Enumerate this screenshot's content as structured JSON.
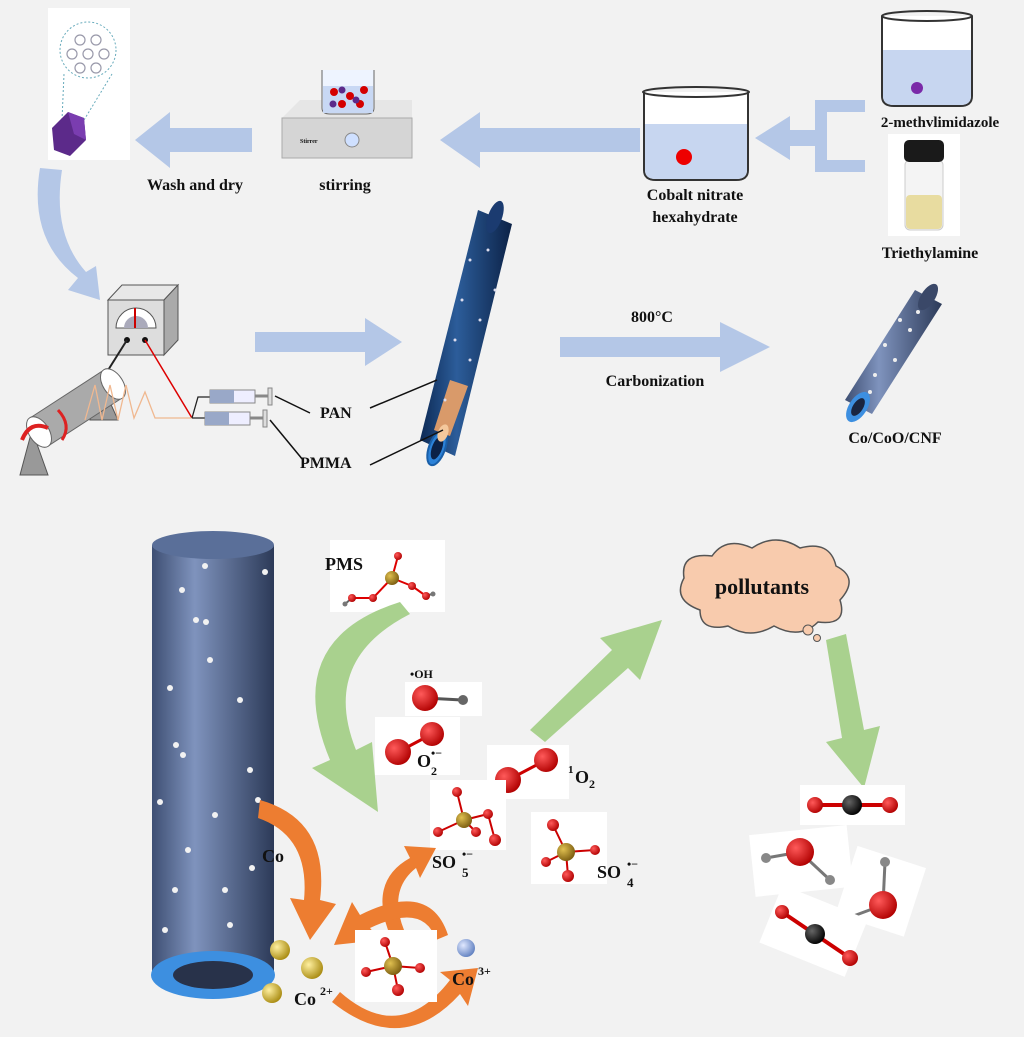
{
  "labels": {
    "wash_dry": "Wash and dry",
    "stirring": "stirring",
    "cobalt_line1": "Cobalt nitrate",
    "cobalt_line2": "hexahydrate",
    "methylimidazole": "2-methvlimidazole",
    "triethylamine": "Triethylamine",
    "pan": "PAN",
    "pmma": "PMMA",
    "temperature": "800°C",
    "carbonization": "Carbonization",
    "product": "Co/CoO/CNF",
    "pms": "PMS",
    "pollutants": "pollutants",
    "oh": "•OH",
    "superoxide": "O",
    "superoxide_sub": "2",
    "superoxide_sup": "•−",
    "singlet": "O",
    "singlet_pre": "1",
    "singlet_sub": "2",
    "so5": "SO",
    "so5_sub": "5",
    "so5_sup": "•−",
    "so4": "SO",
    "so4_sub": "4",
    "so4_sup": "•−",
    "co": "Co",
    "co2": "Co",
    "co2_sup": "2+",
    "co3": "Co",
    "co3_sup": "3+",
    "stirrer_brand": "Stirrer"
  },
  "colors": {
    "process_arrow": "#b4c7e7",
    "reaction_arrow": "#a9d18e",
    "cycle_arrow": "#ed7d31",
    "fiber": "#5a6f99",
    "fiber_rim": "#3d8fe0",
    "oxygen": "#d40000",
    "sulfur": "#b8902a",
    "cobalt2": "#d4b030",
    "cobalt3": "#8fa8d8",
    "cloud": "#f8cbad"
  }
}
